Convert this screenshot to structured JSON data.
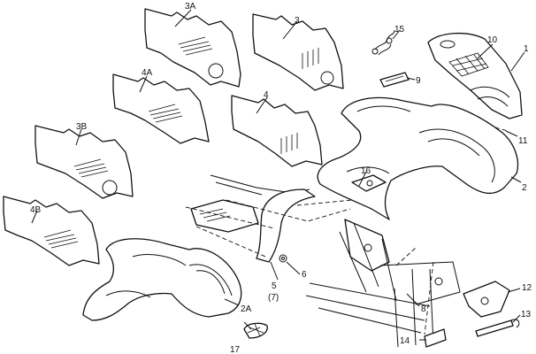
{
  "parts": [
    {
      "id": "p3a",
      "label": "3A"
    },
    {
      "id": "p3",
      "label": "3"
    },
    {
      "id": "p15",
      "label": "15"
    },
    {
      "id": "p10",
      "label": "10"
    },
    {
      "id": "p1",
      "label": "1"
    },
    {
      "id": "p4a",
      "label": "4A"
    },
    {
      "id": "p9",
      "label": "9"
    },
    {
      "id": "p4",
      "label": "4"
    },
    {
      "id": "p3b",
      "label": "3B"
    },
    {
      "id": "p11",
      "label": "11"
    },
    {
      "id": "p16",
      "label": "16"
    },
    {
      "id": "p2",
      "label": "2"
    },
    {
      "id": "p4b",
      "label": "4B"
    },
    {
      "id": "p6",
      "label": "6"
    },
    {
      "id": "p5",
      "label": "5"
    },
    {
      "id": "p5q",
      "label": "(7)"
    },
    {
      "id": "p2a",
      "label": "2A"
    },
    {
      "id": "p8",
      "label": "8"
    },
    {
      "id": "p12",
      "label": "12"
    },
    {
      "id": "p13",
      "label": "13"
    },
    {
      "id": "p14",
      "label": "14"
    },
    {
      "id": "p17",
      "label": "17"
    }
  ]
}
